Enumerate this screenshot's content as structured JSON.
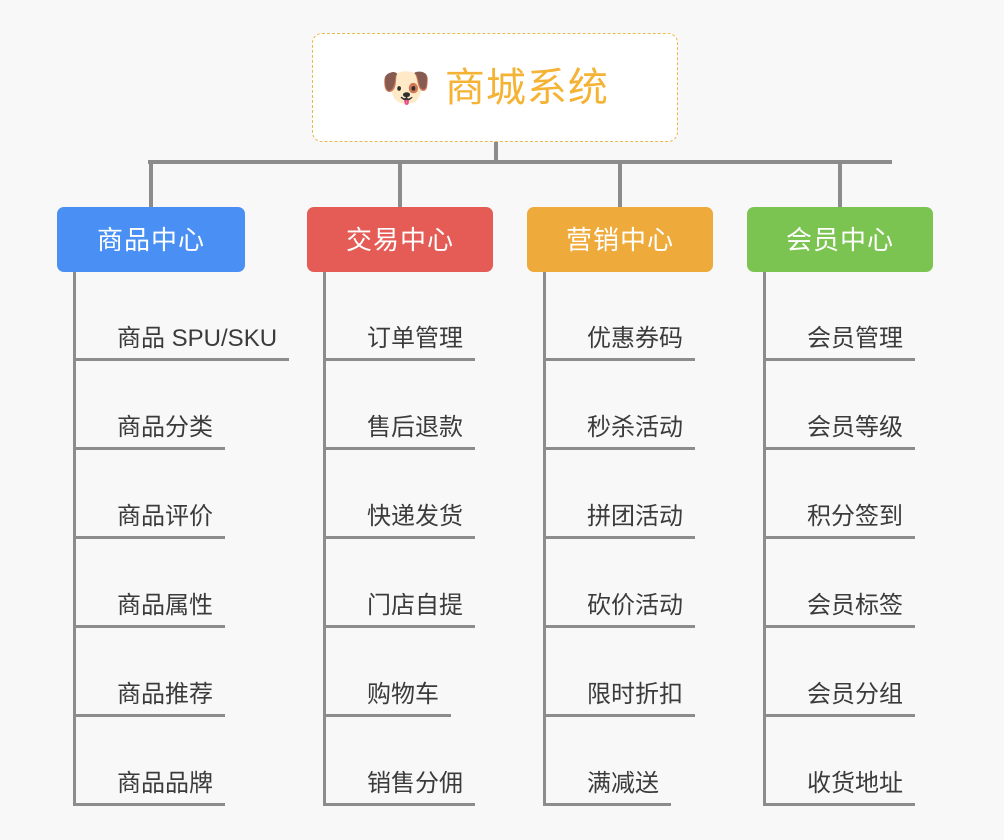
{
  "canvas": {
    "background": "#f8f8f8",
    "line_color": "#8c8c8c",
    "leaf_text_color": "#3b3b3b"
  },
  "root": {
    "icon": "shiba-dog-face-emoji",
    "icon_glyph": "🐶",
    "title": "商城系统",
    "text_color": "#f5b335",
    "border_color": "#e9b949",
    "background": "#ffffff"
  },
  "branches": [
    {
      "label": "商品中心",
      "color": "#4a90f4",
      "items": [
        {
          "label": "商品 SPU/SKU"
        },
        {
          "label": "商品分类"
        },
        {
          "label": "商品评价"
        },
        {
          "label": "商品属性"
        },
        {
          "label": "商品推荐"
        },
        {
          "label": "商品品牌"
        }
      ]
    },
    {
      "label": "交易中心",
      "color": "#e45c55",
      "items": [
        {
          "label": "订单管理"
        },
        {
          "label": "售后退款"
        },
        {
          "label": "快递发货"
        },
        {
          "label": "门店自提"
        },
        {
          "label": "购物车"
        },
        {
          "label": "销售分佣"
        }
      ]
    },
    {
      "label": "营销中心",
      "color": "#eeab3b",
      "items": [
        {
          "label": "优惠券码"
        },
        {
          "label": "秒杀活动"
        },
        {
          "label": "拼团活动"
        },
        {
          "label": "砍价活动"
        },
        {
          "label": "限时折扣"
        },
        {
          "label": "满减送"
        }
      ]
    },
    {
      "label": "会员中心",
      "color": "#7cc451",
      "items": [
        {
          "label": "会员管理"
        },
        {
          "label": "会员等级"
        },
        {
          "label": "积分签到"
        },
        {
          "label": "会员标签"
        },
        {
          "label": "会员分组"
        },
        {
          "label": "收货地址"
        }
      ]
    }
  ]
}
